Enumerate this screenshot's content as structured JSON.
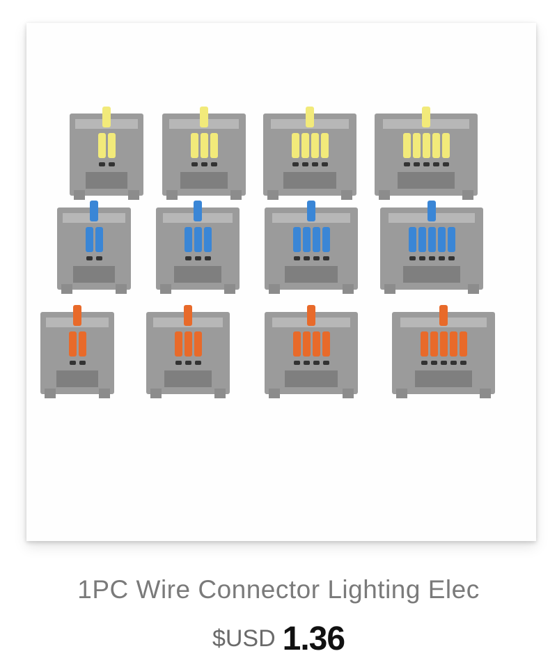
{
  "product": {
    "title": "1PC Wire Connector Lighting Elec",
    "currency": "$USD",
    "price": "1.36",
    "image_alt": "12 gray DIN rail wire connectors with yellow, blue, and orange levers in 2-5 pole variants"
  },
  "image": {
    "rows": [
      {
        "color_name": "yellow",
        "color": "#f2ea7a",
        "poles": [
          2,
          3,
          4,
          5
        ]
      },
      {
        "color_name": "blue",
        "color": "#3a86d6",
        "poles": [
          2,
          3,
          4,
          5
        ]
      },
      {
        "color_name": "orange",
        "color": "#e86a2a",
        "poles": [
          2,
          3,
          4,
          5
        ]
      }
    ]
  }
}
